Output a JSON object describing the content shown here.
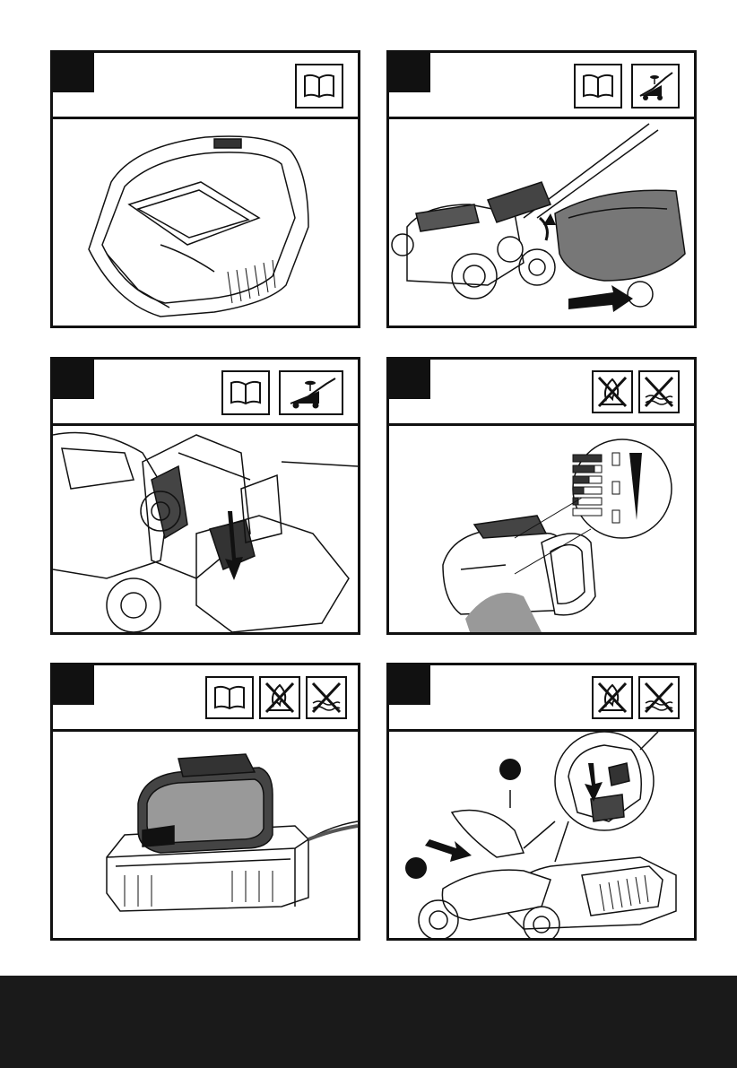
{
  "page": {
    "background": "#ffffff",
    "ink_color": "#111111",
    "footer_color": "#1a1a1a"
  },
  "panels": [
    {
      "id": 1,
      "icons": [
        "manual-book-icon"
      ],
      "illustration": "grass-collection-bag"
    },
    {
      "id": 2,
      "icons": [
        "manual-book-icon",
        "lift-rear-flap-icon"
      ],
      "illustration": "attach-grass-bag-to-mower"
    },
    {
      "id": 3,
      "icons": [
        "manual-book-icon",
        "lift-rear-flap-icon"
      ],
      "illustration": "insert-bag-frame-closeup"
    },
    {
      "id": 4,
      "icons": [
        "no-fire-icon",
        "no-water-icon"
      ],
      "illustration": "battery-charge-indicator"
    },
    {
      "id": 5,
      "icons": [
        "manual-book-icon",
        "no-fire-icon",
        "no-water-icon"
      ],
      "illustration": "battery-on-charger"
    },
    {
      "id": 6,
      "icons": [
        "no-fire-icon",
        "no-water-icon"
      ],
      "illustration": "insert-battery-and-safety-key"
    }
  ]
}
